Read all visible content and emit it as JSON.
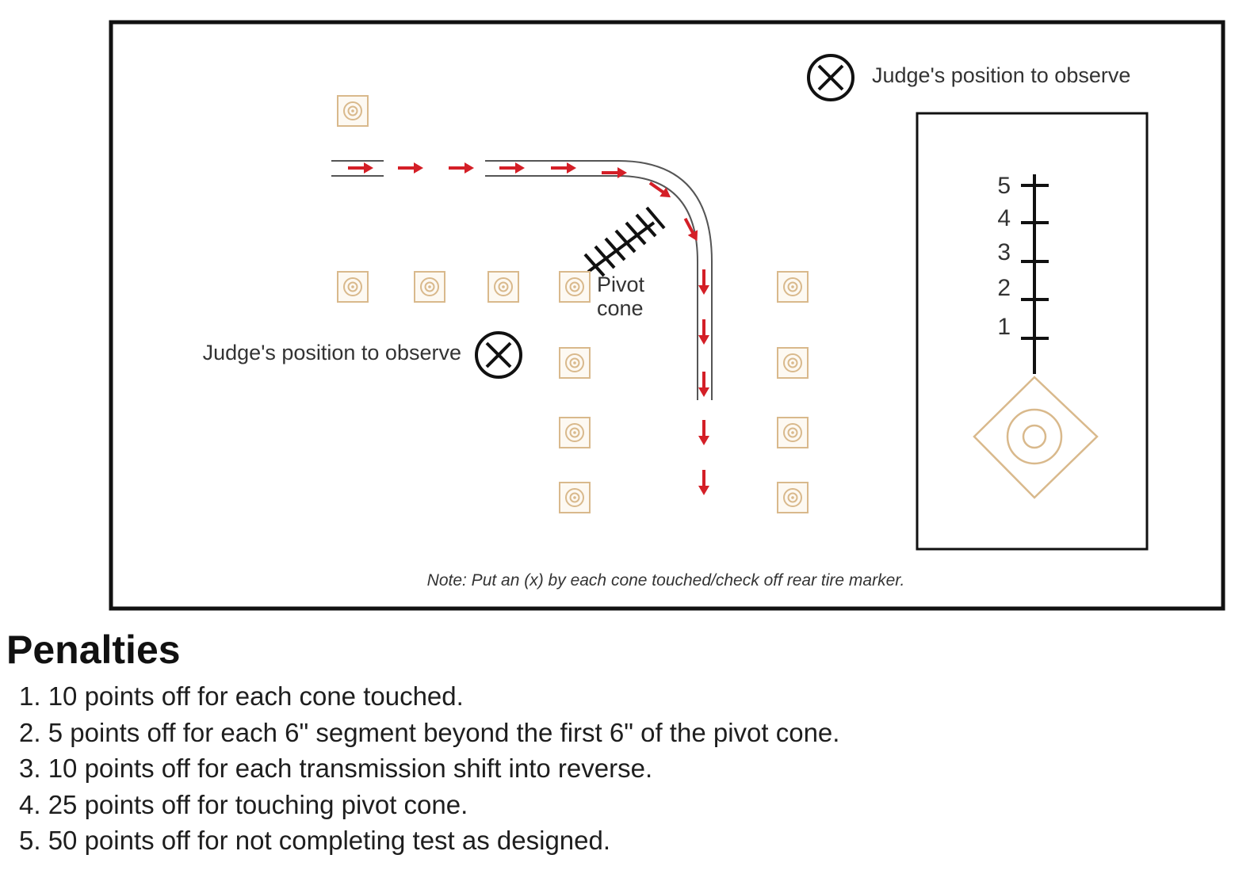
{
  "colors": {
    "cone": "#d9b98c",
    "arrow": "#d41f27",
    "path": "#555555",
    "frame": "#111111"
  },
  "diagram": {
    "judge_label_top": "Judge's position to observe",
    "judge_label_left": "Judge's position to observe",
    "pivot_label_line1": "Pivot",
    "pivot_label_line2": "cone",
    "note": "Note: Put an (x) by each cone touched/check off rear tire marker.",
    "scale_marks": [
      "5",
      "4",
      "3",
      "2",
      "1"
    ],
    "icons": [
      "judge-x-icon",
      "cone-icon",
      "pivot-cone-icon",
      "hatch-marks-icon",
      "direction-arrow-icon"
    ]
  },
  "penalties": {
    "title": "Penalties",
    "items": [
      "1. 10 points off for each cone touched.",
      "2. 5 points off for each 6\" segment beyond the first 6\" of the pivot cone.",
      "3. 10 points off for each transmission shift into reverse.",
      "4. 25 points off for touching pivot cone.",
      "5. 50 points off for not completing test as designed."
    ]
  }
}
